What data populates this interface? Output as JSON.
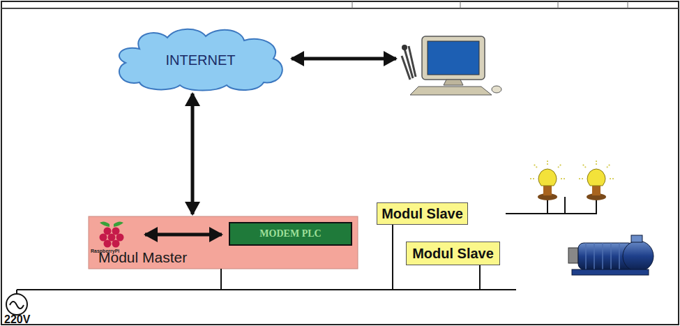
{
  "diagram": {
    "nodes": [
      {
        "text": [
          "INTERNET"
        ]
      },
      {
        "text": [
          "Modul Master"
        ]
      },
      {
        "text": [
          "MODEM PLC"
        ],
        "in": 1
      },
      {
        "text": [
          "Modul Slave"
        ]
      },
      {
        "text": [
          "Modul Slave"
        ]
      }
    ],
    "edges": [
      {
        "from": 0,
        "to": 1,
        "arrow": "both"
      },
      {
        "from": 1,
        "to": 3,
        "arrow": "none"
      },
      {
        "from": 1,
        "to": 4,
        "arrow": "none"
      }
    ],
    "labels": [
      "RaspberryPi",
      "220V"
    ]
  }
}
